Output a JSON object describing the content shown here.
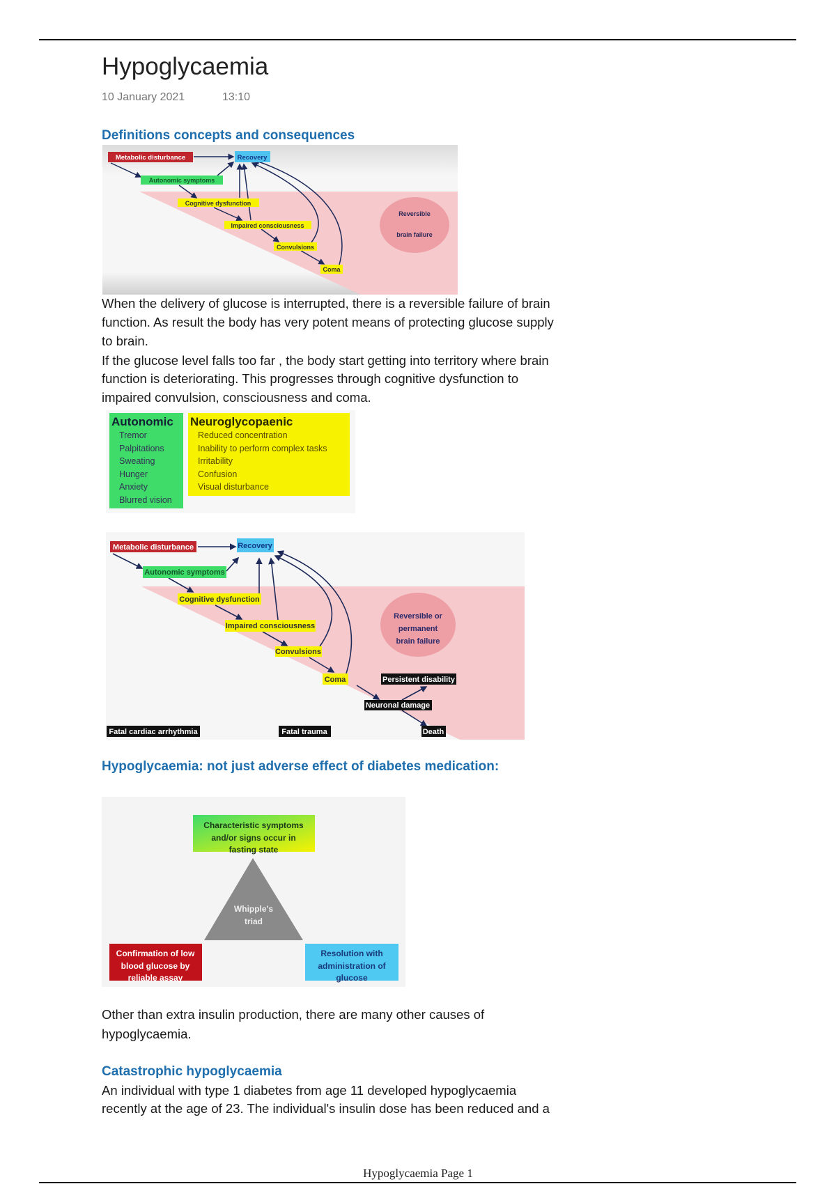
{
  "page": {
    "title": "Hypoglycaemia",
    "date": "10 January 2021",
    "time": "13:10",
    "footer": "Hypoglycaemia Page 1"
  },
  "section1": {
    "heading": "Definitions concepts and consequences",
    "diagram": {
      "metabolic": "Metabolic disturbance",
      "recovery": "Recovery",
      "autonomic": "Autonomic symptoms",
      "cognitive": "Cognitive dysfunction",
      "impaired": "Impaired consciousness",
      "convulsions": "Convulsions",
      "coma": "Coma",
      "cloud_line1": "Reversible",
      "cloud_line2": "brain failure"
    },
    "paragraph_lines": [
      "When the delivery of glucose is interrupted, there is a reversible failure of brain",
      "function. As result the body has very potent means of protecting glucose supply",
      "to brain.",
      "If the glucose level falls too far , the body start getting into territory where brain",
      "function is deteriorating. This progresses through cognitive dysfunction to",
      "impaired convulsion, consciousness and coma."
    ],
    "symptoms": {
      "autonomic_title": "Autonomic",
      "autonomic": [
        "Tremor",
        "Palpitations",
        "Sweating",
        "Hunger",
        "Anxiety",
        "Blurred vision"
      ],
      "neuro_title": "Neuroglycopaenic",
      "neuro": [
        "Reduced concentration",
        "Inability to perform complex tasks",
        "Irritability",
        "Confusion",
        "Visual disturbance"
      ]
    },
    "diagram2": {
      "metabolic": "Metabolic disturbance",
      "recovery": "Recovery",
      "autonomic": "Autonomic symptoms",
      "cognitive": "Cognitive dysfunction",
      "impaired": "Impaired consciousness",
      "convulsions": "Convulsions",
      "coma": "Coma",
      "cloud_line1": "Reversible or",
      "cloud_line2": "permanent",
      "cloud_line3": "brain failure",
      "persistent": "Persistent disability",
      "neuronal": "Neuronal damage",
      "death": "Death",
      "cardiac": "Fatal cardiac arrhythmia",
      "trauma": "Fatal trauma"
    }
  },
  "section2": {
    "heading": "Hypoglycaemia: not just adverse effect of diabetes medication:",
    "triad": {
      "top": [
        "Characteristic symptoms",
        "and/or signs occur in",
        "fasting state"
      ],
      "center": [
        "Whipple's",
        "triad"
      ],
      "left": [
        "Confirmation of low",
        "blood glucose by",
        "reliable assay"
      ],
      "right": [
        "Resolution with",
        "administration of",
        "glucose"
      ]
    },
    "paragraph_lines": [
      "Other than extra insulin production, there are many other causes of",
      "hypoglycaemia."
    ]
  },
  "section3": {
    "heading": "Catastrophic hypoglycaemia",
    "paragraph_lines": [
      "An individual with type 1 diabetes from age 11 developed hypoglycaemia",
      "recently at the age of 23. The individual's insulin dose has been reduced and a"
    ]
  },
  "colors": {
    "heading": "#1f6fae",
    "red": "#c0262d",
    "blue": "#4fc3f0",
    "green": "#3fdc6a",
    "yellow": "#f7f200",
    "pink": "#f6c9cc"
  }
}
